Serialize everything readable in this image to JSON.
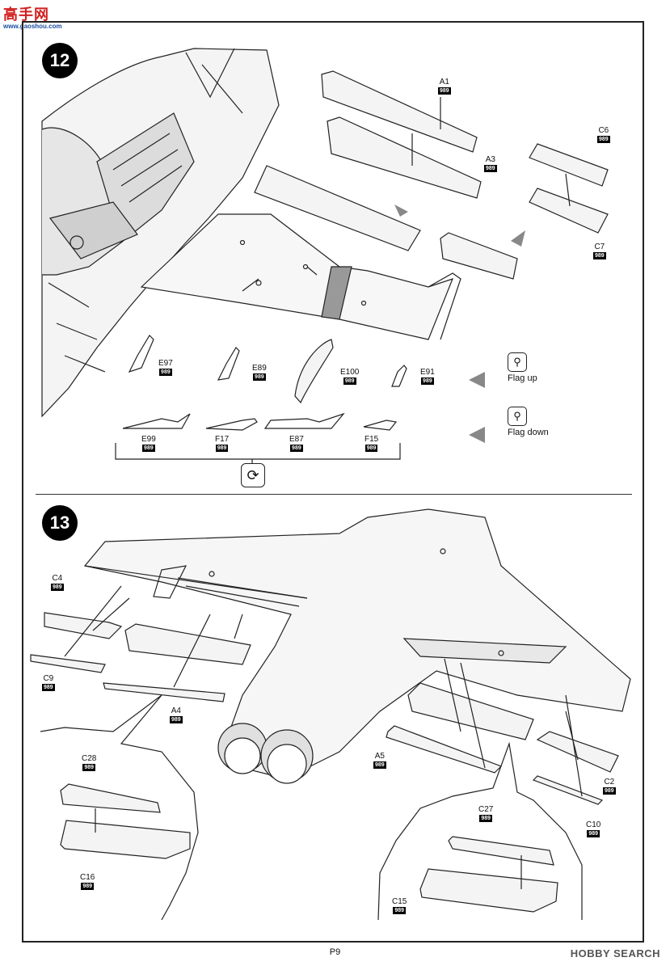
{
  "watermark_top": {
    "title": "高手网",
    "url": "www.gaoshou.com"
  },
  "watermark_bottom": "HOBBY SEARCH",
  "page_number": "P9",
  "steps": [
    {
      "number": "12"
    },
    {
      "number": "13"
    }
  ],
  "step12": {
    "parts": [
      {
        "label": "A1",
        "code": "989"
      },
      {
        "label": "A3",
        "code": "989"
      },
      {
        "label": "C6",
        "code": "989"
      },
      {
        "label": "C7",
        "code": "989"
      },
      {
        "label": "E97",
        "code": "989"
      },
      {
        "label": "E89",
        "code": "989"
      },
      {
        "label": "E100",
        "code": "989"
      },
      {
        "label": "E91",
        "code": "989"
      },
      {
        "label": "E99",
        "code": "989"
      },
      {
        "label": "F17",
        "code": "989"
      },
      {
        "label": "E87",
        "code": "989"
      },
      {
        "label": "F15",
        "code": "989"
      }
    ],
    "flag_up": "Flag up",
    "flag_down": "Flag down"
  },
  "step13": {
    "parts": [
      {
        "label": "C4",
        "code": "989"
      },
      {
        "label": "C9",
        "code": "989"
      },
      {
        "label": "A4",
        "code": "989"
      },
      {
        "label": "C28",
        "code": "989"
      },
      {
        "label": "C16",
        "code": "989"
      },
      {
        "label": "A5",
        "code": "989"
      },
      {
        "label": "C2",
        "code": "989"
      },
      {
        "label": "C10",
        "code": "989"
      },
      {
        "label": "C27",
        "code": "989"
      },
      {
        "label": "C15",
        "code": "989"
      }
    ]
  }
}
